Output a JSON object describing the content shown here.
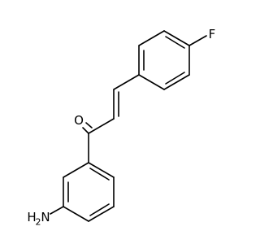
{
  "molecule": {
    "labels": {
      "fluorine": "F",
      "oxygen": "O",
      "amine_n": "N",
      "amine_h": "H",
      "amine_h_count": "2"
    }
  }
}
